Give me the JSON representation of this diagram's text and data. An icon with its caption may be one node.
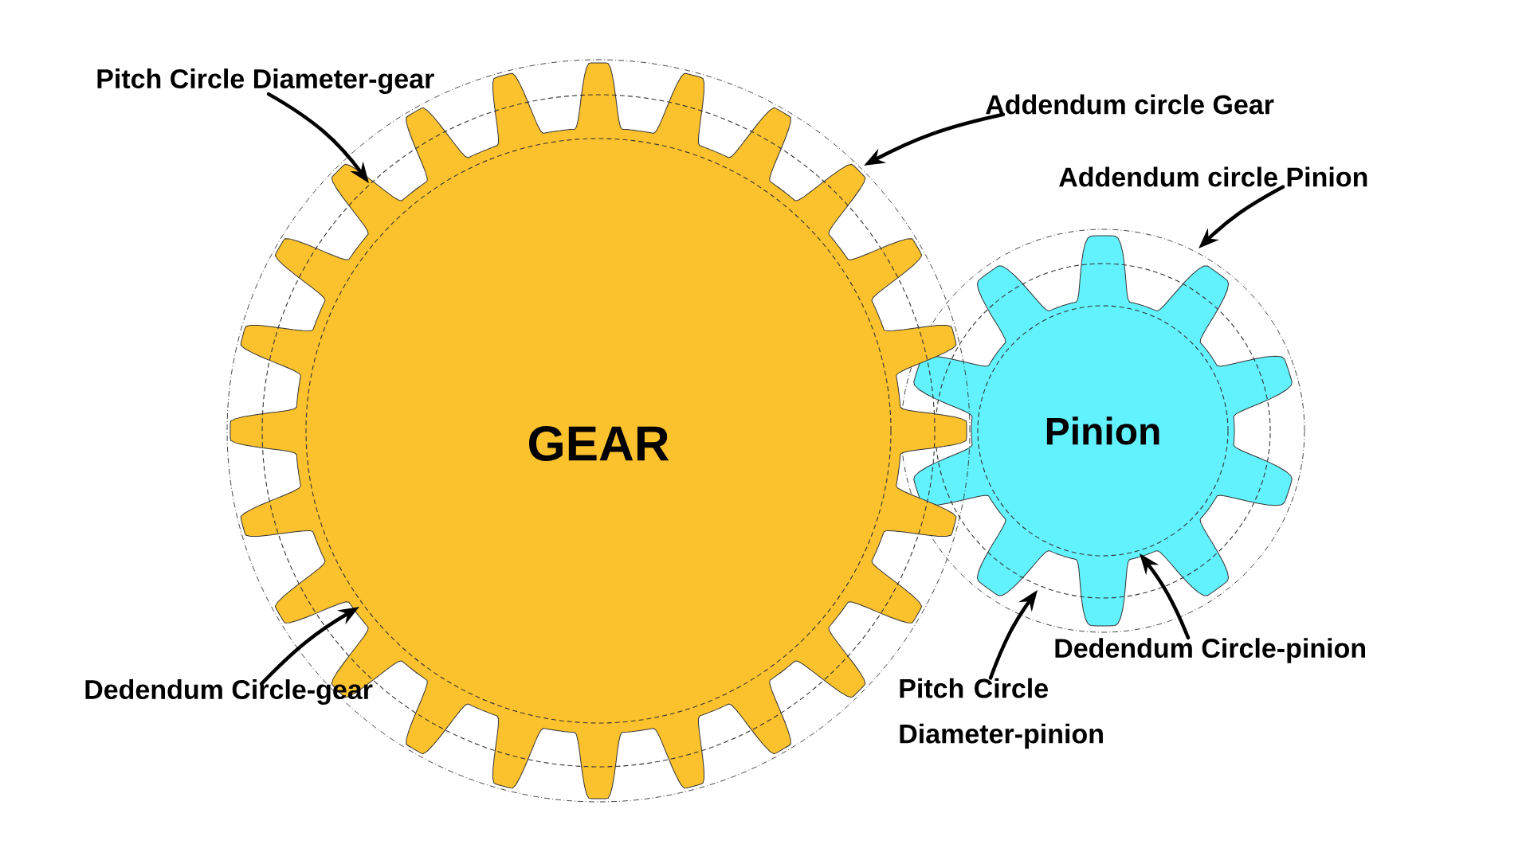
{
  "diagram": {
    "nodes": [
      {
        "text": [
          "GEAR"
        ]
      },
      {
        "text": [
          "Pinion"
        ]
      },
      {
        "text": [
          "Pitch Circle Diameter-gear"
        ]
      },
      {
        "text": [
          "Addendum circle Gear"
        ]
      },
      {
        "text": [
          "Addendum circle Pinion"
        ]
      },
      {
        "text": [
          "Dedendum Circle-gear"
        ]
      },
      {
        "text": [
          "Pitch Circle Diameter-pinion"
        ]
      },
      {
        "text": [
          "Dedendum Circle-pinion"
        ]
      }
    ],
    "edges": [
      {
        "from": 2,
        "to": 0,
        "arrow": "to"
      },
      {
        "from": 3,
        "to": 0,
        "arrow": "to"
      },
      {
        "from": 4,
        "to": 1,
        "arrow": "to"
      },
      {
        "from": 5,
        "to": 0,
        "arrow": "to"
      },
      {
        "from": 6,
        "to": 1,
        "arrow": "to"
      },
      {
        "from": 7,
        "to": 1,
        "arrow": "to"
      }
    ]
  }
}
